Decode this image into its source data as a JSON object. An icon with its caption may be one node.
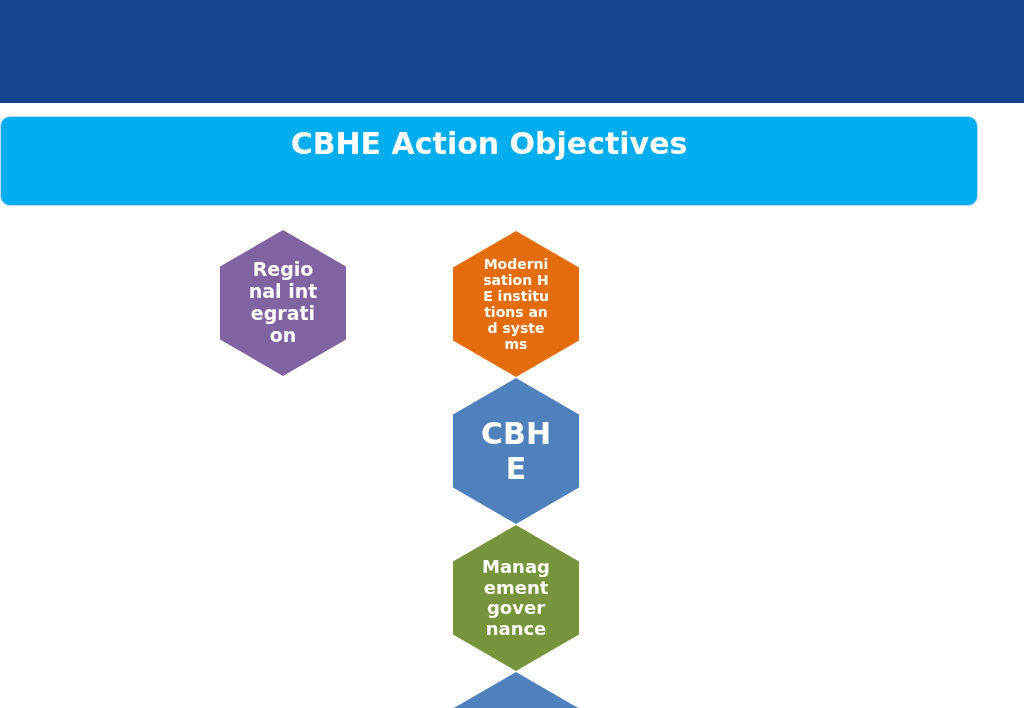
{
  "diagram": {
    "title": "CBHE Action Objectives",
    "nodes": [
      {
        "text": [
          "Regional integration"
        ]
      },
      {
        "text": [
          "Modernisation HE institutions and systems"
        ]
      },
      {
        "text": [
          "CBHE"
        ]
      },
      {
        "text": [
          "Management governance"
        ]
      },
      {
        "text": [],
        "shape": "hexagon"
      }
    ],
    "edges": []
  }
}
